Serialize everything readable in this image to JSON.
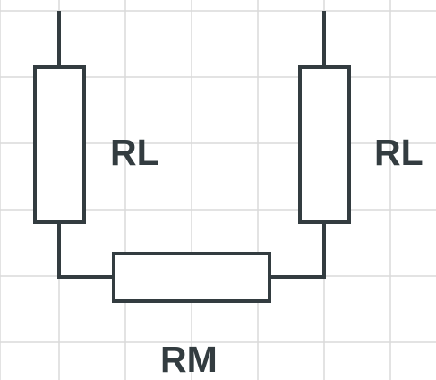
{
  "colors": {
    "background": "#ffffff",
    "grid": "#dadada",
    "stroke": "#333c40",
    "text": "#333c40"
  },
  "labels": {
    "left_resistor": "RL",
    "right_resistor": "RL",
    "middle_resistor": "RM"
  }
}
